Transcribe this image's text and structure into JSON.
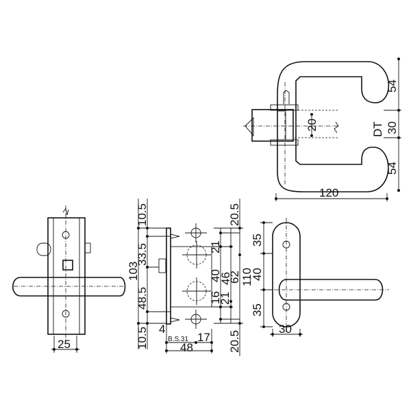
{
  "handle_top_view": {
    "dims": {
      "top": "54",
      "middle": "30",
      "bottom": "54",
      "door_thickness": "DT",
      "spindle": "20",
      "width": "120"
    }
  },
  "lock_side_view": {
    "dims": {
      "width": "25"
    }
  },
  "lock_case": {
    "dims": {
      "top_margin": "10.5",
      "upper": "33.5",
      "total": "103",
      "lower": "48.5",
      "bottom_margin": "10.5",
      "faceplate": "4",
      "backset": "B.S.31",
      "hole_offset": "17",
      "depth": "48",
      "top_margin_plate": "20.5",
      "d21_top": "21",
      "d40": "40",
      "d46": "46",
      "d62": "62",
      "d110": "110",
      "d16": "16",
      "d21_bottom": "21",
      "bottom_margin_plate": "20.5"
    }
  },
  "rose_front_view": {
    "dims": {
      "top": "35",
      "middle": "40",
      "bottom": "35",
      "width": "30"
    }
  }
}
